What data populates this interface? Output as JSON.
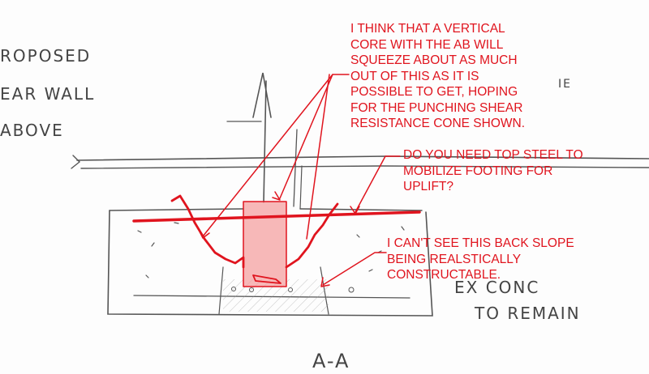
{
  "sketch_labels": {
    "proposed": "ROPOSED",
    "wall": "EAR WALL",
    "above": "ABOVE",
    "edge_mark": "IE",
    "existing_conc": "EX CONC",
    "to_remain": "TO REMAIN",
    "section": "A-A"
  },
  "annotations": {
    "vertical_core": "I THINK THAT A VERTICAL\nCORE WITH THE AB WILL\nSQUEEZE ABOUT AS MUCH\nOUT OF THIS AS IT IS\nPOSSIBLE TO GET, HOPING\nFOR THE PUNCHING SHEAR\nRESISTANCE CONE SHOWN.",
    "top_steel": "DO YOU NEED TOP STEEL TO\nMOBILIZE FOOTING FOR\nUPLIFT?",
    "back_slope": "I CAN'T SEE THIS BACK SLOPE\nBEING REALSTICALLY\nCONSTRUCTABLE."
  },
  "colors": {
    "markup_red": "#e0141e",
    "core_fill": "#f4a0a0",
    "pencil": "#555555"
  }
}
